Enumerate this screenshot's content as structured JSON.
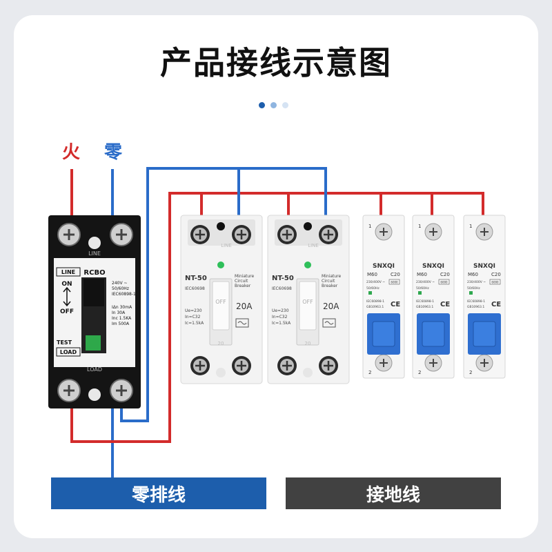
{
  "title": "产品接线示意图",
  "colors": {
    "live": "#d32b2b",
    "neutral": "#2a6cc9",
    "bar_blue": "#1d5eac",
    "bar_dark": "#414141",
    "dot1": "#1d5eac",
    "dot2": "#8fb5e0",
    "dot3": "#d5e3f3"
  },
  "labels": {
    "live": "火",
    "neutral": "零"
  },
  "bars": {
    "neutral_bar": "零排线",
    "ground_bar": "接地线"
  },
  "rcbo": {
    "line": "LINE",
    "model": "RCBO",
    "on": "ON",
    "off": "OFF",
    "test": "TEST",
    "load": "LOAD",
    "spec_lines": [
      "240V ~",
      "50/60Hz",
      "IEC60898-1"
    ],
    "ratings": [
      "IΔn 30mA",
      "In 30A",
      "Inc 1.5KA",
      "Im 500A"
    ]
  },
  "nt50": {
    "model": "NT-50",
    "standard": "IEC60698",
    "desc": [
      "Miniature",
      "Circuit",
      "Breaker"
    ],
    "rating": "20A",
    "off": "OFF",
    "line": "LINE",
    "specs": [
      "Ue=230",
      "In=C32",
      "Ic=1.5kA"
    ],
    "num": "20"
  },
  "m60": {
    "brand": "SNXQI",
    "model": "M60",
    "curve": "C20",
    "volt": "230/400V ~",
    "hz": "50/60Hz",
    "cap": "6000",
    "std1": "IEC60898-1",
    "std2": "GB10963.1",
    "top": "1",
    "bottom": "2"
  }
}
